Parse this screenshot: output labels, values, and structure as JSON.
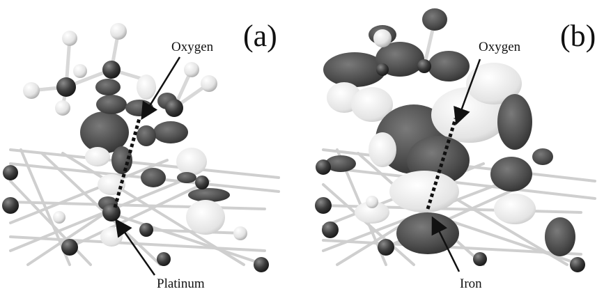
{
  "figure": {
    "panels": [
      {
        "id": "a",
        "letter": "(a)",
        "labels": {
          "top": "Oxygen",
          "bottom": "Platinum"
        }
      },
      {
        "id": "b",
        "letter": "(b)",
        "labels": {
          "top": "Oxygen",
          "bottom": "Iron"
        }
      }
    ],
    "colors": {
      "dark_lobe": "#4a4a4a",
      "light_lobe": "#e6e6e6",
      "atom_dark": "#2a2a2a",
      "atom_light": "#e8e8e8",
      "bond": "#d0d0d0"
    }
  }
}
